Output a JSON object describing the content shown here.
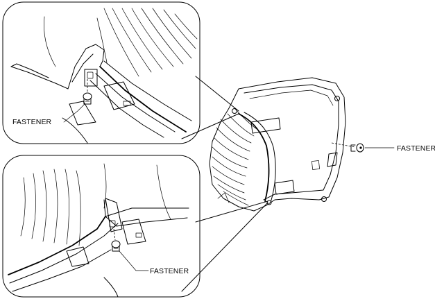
{
  "labels": {
    "detail_top": "FASTENER",
    "detail_bottom": "FASTENER",
    "main": "FASTENER"
  }
}
